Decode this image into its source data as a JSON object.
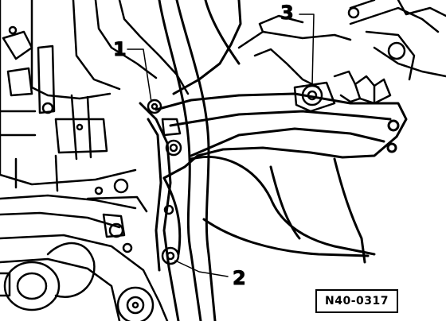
{
  "callouts": [
    {
      "id": "1",
      "label": "1"
    },
    {
      "id": "2",
      "label": "2"
    },
    {
      "id": "3",
      "label": "3"
    }
  ],
  "figure_id": "N40-0317",
  "colors": {
    "ink": "#000000",
    "paper": "#ffffff"
  }
}
